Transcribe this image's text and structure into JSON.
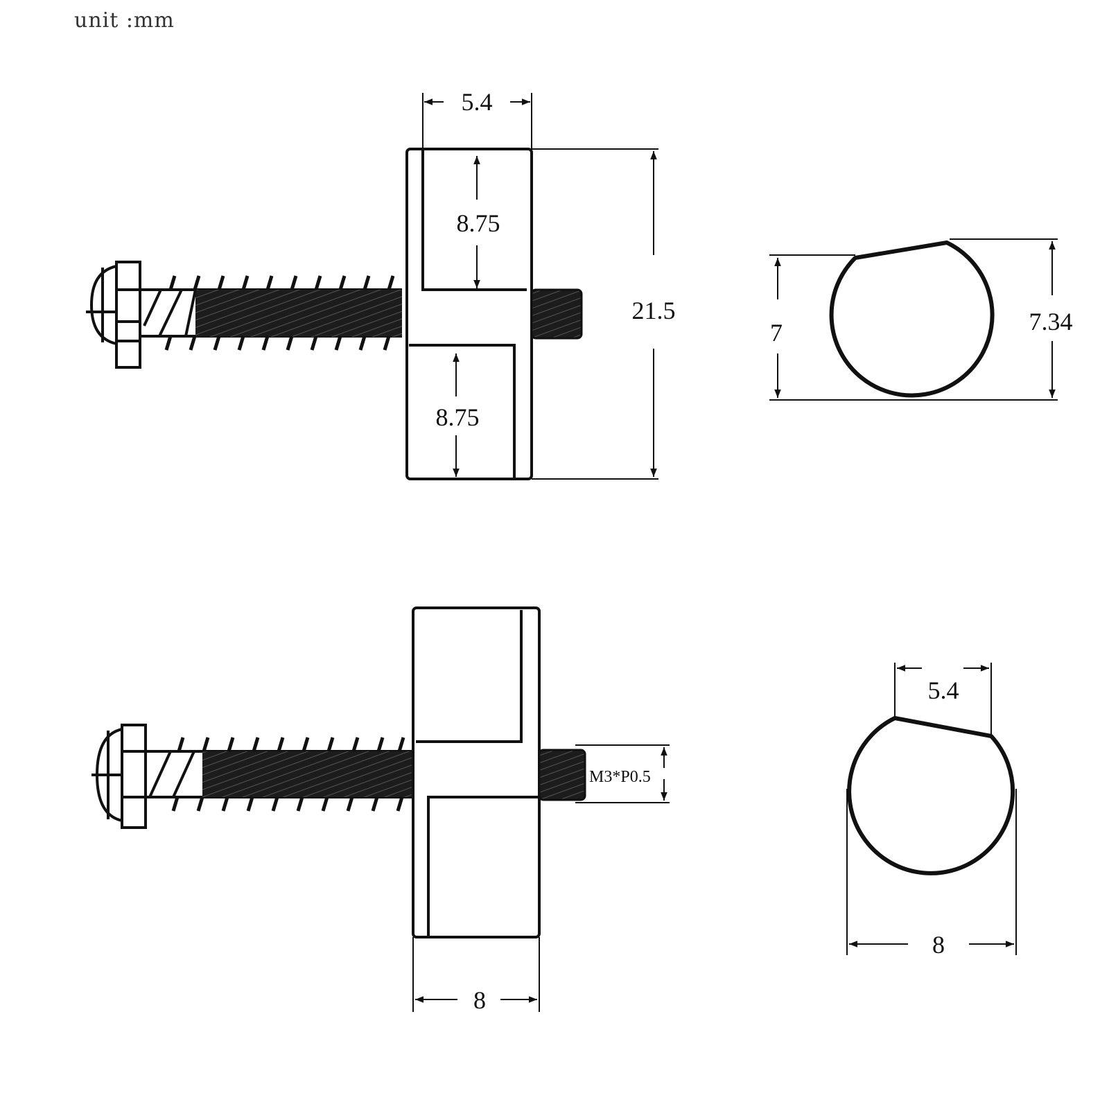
{
  "header": {
    "unit_label": "unit :mm"
  },
  "colors": {
    "line": "#111111",
    "thread_fill": "#1c1c1c",
    "background": "#ffffff"
  },
  "views": {
    "front_view": {
      "width_top": "5.4",
      "upper_slot_height": "8.75",
      "lower_slot_height": "8.75",
      "total_height": "21.5"
    },
    "end_view_top": {
      "left_height": "7",
      "right_height": "7.34"
    },
    "side_view": {
      "thread_spec": "M3*P0.5",
      "body_width": "8"
    },
    "end_view_bottom": {
      "flat_width": "5.4",
      "diameter": "8"
    }
  }
}
